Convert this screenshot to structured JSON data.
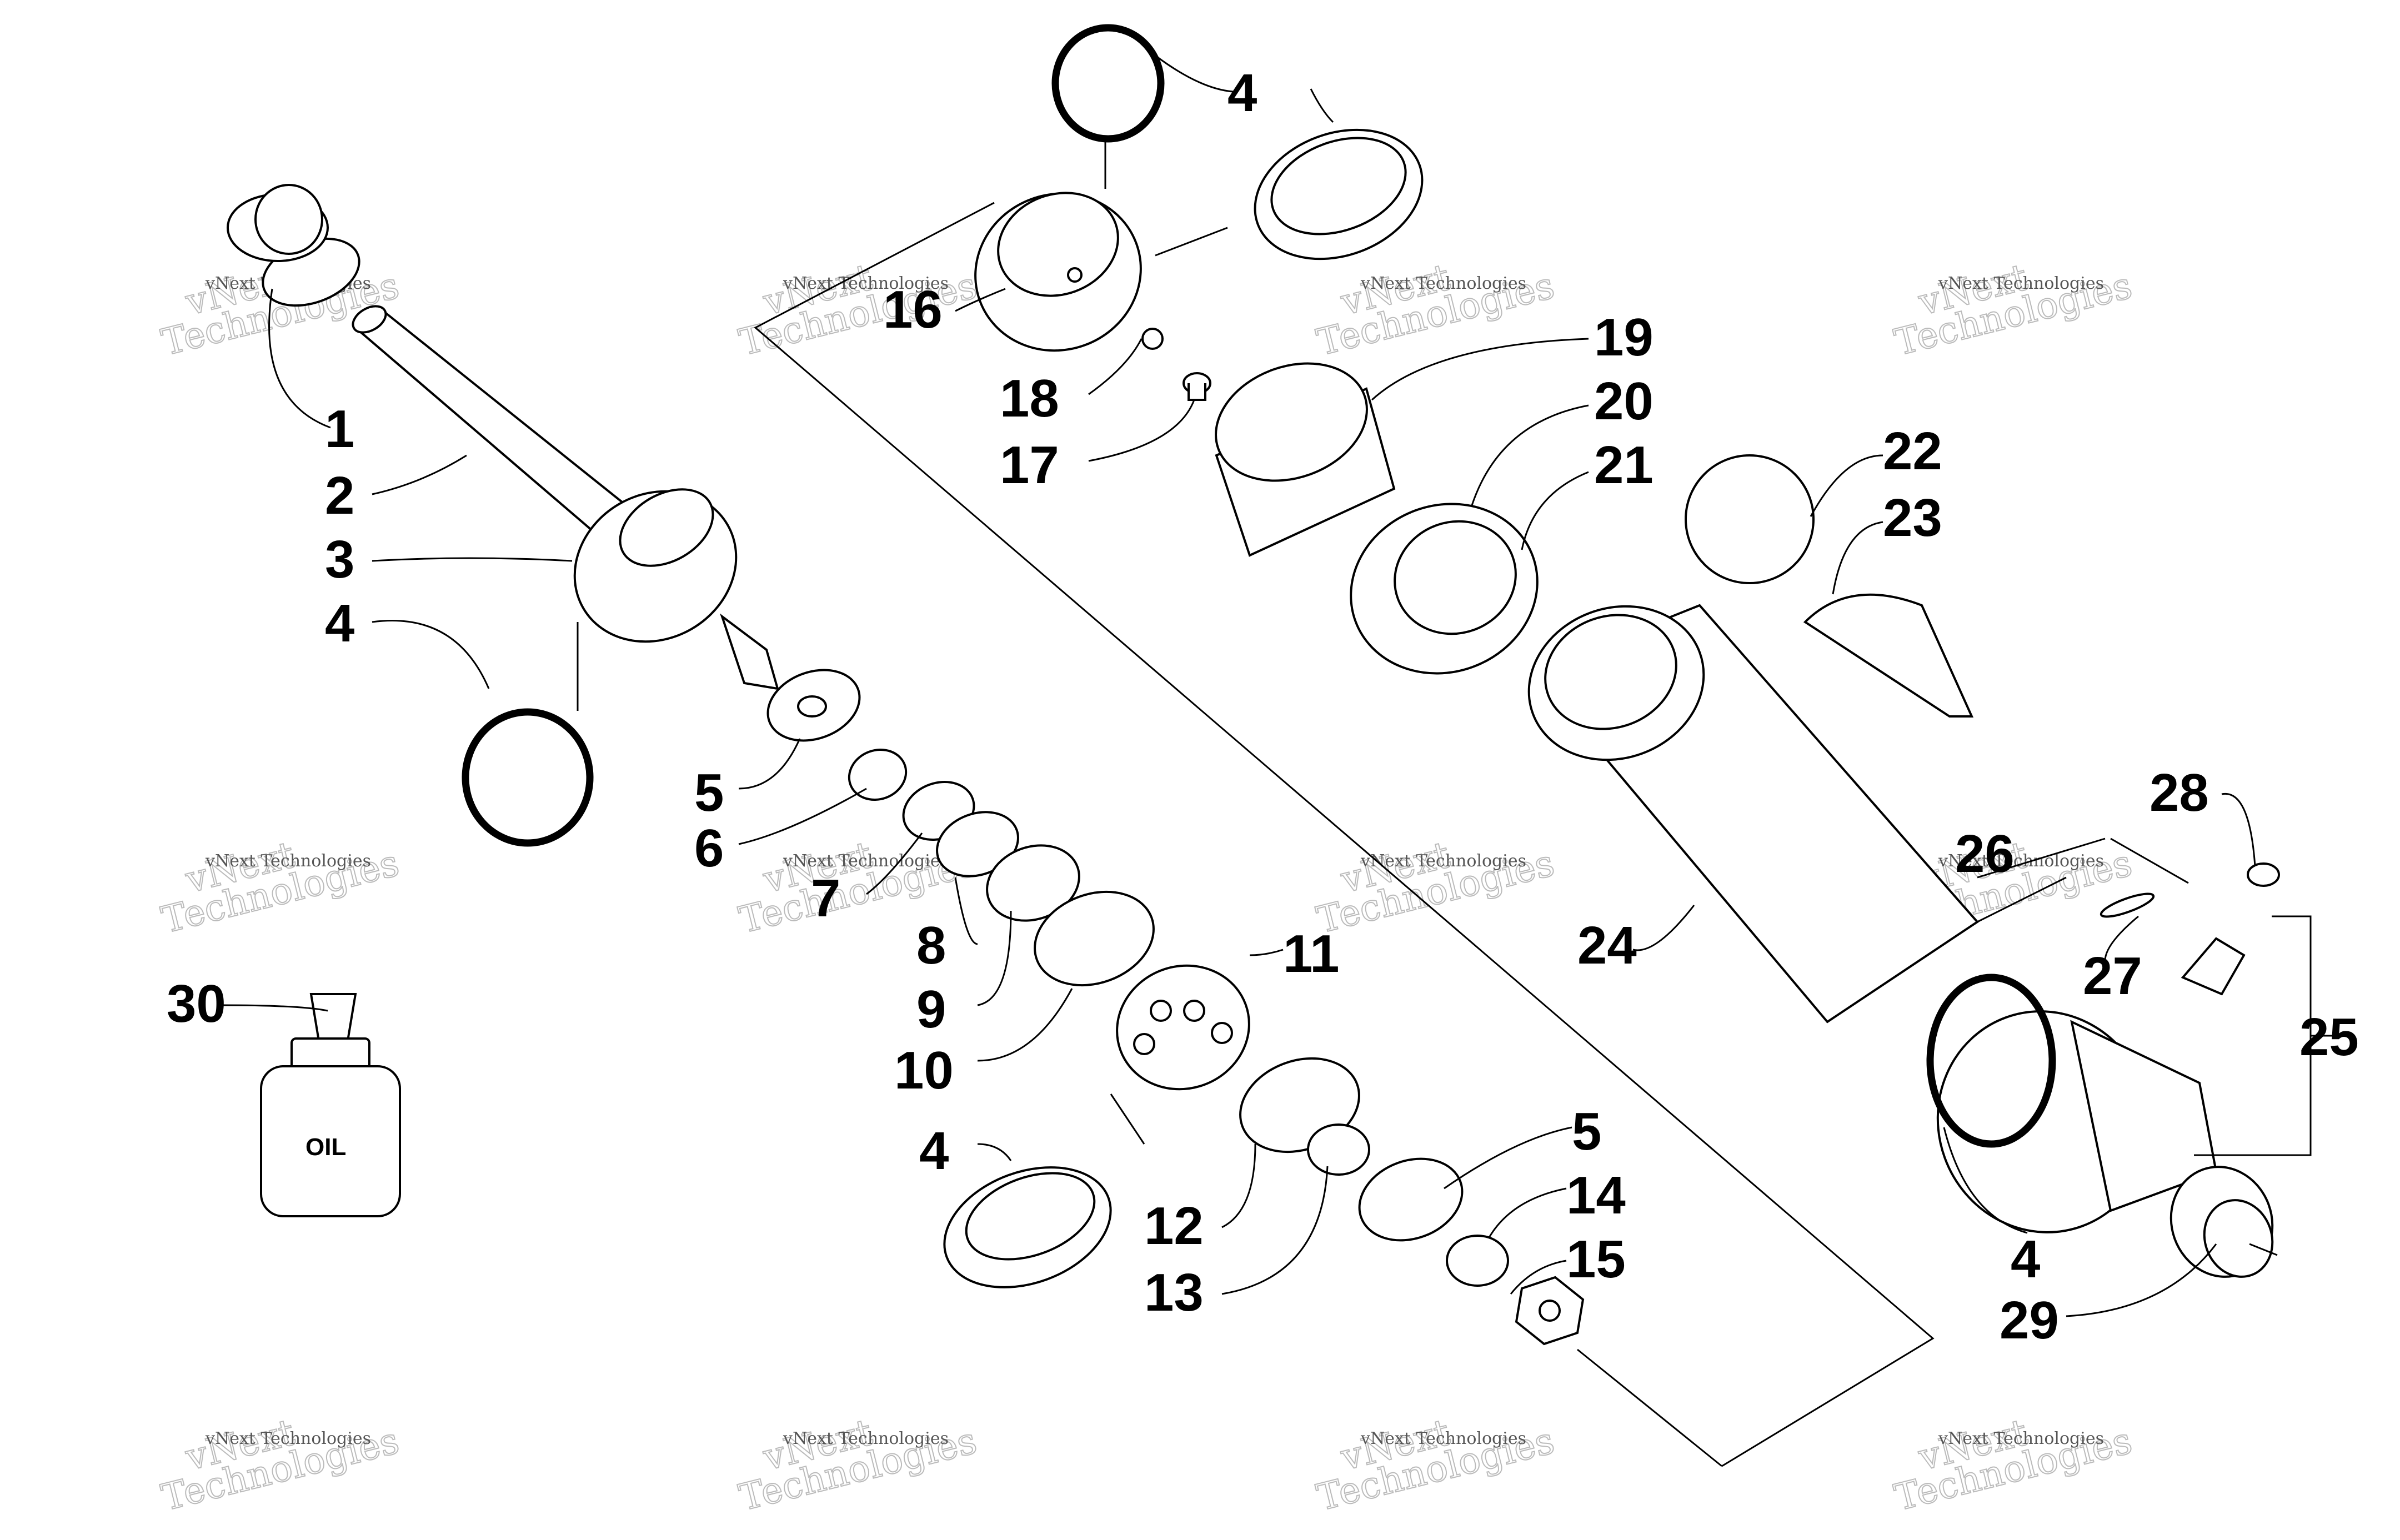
{
  "callouts": [
    {
      "id": "1",
      "label": "1"
    },
    {
      "id": "2",
      "label": "2"
    },
    {
      "id": "3",
      "label": "3"
    },
    {
      "id": "4a",
      "label": "4"
    },
    {
      "id": "4b",
      "label": "4"
    },
    {
      "id": "4c",
      "label": "4"
    },
    {
      "id": "4d",
      "label": "4"
    },
    {
      "id": "5a",
      "label": "5"
    },
    {
      "id": "5b",
      "label": "5"
    },
    {
      "id": "6",
      "label": "6"
    },
    {
      "id": "7",
      "label": "7"
    },
    {
      "id": "8",
      "label": "8"
    },
    {
      "id": "9",
      "label": "9"
    },
    {
      "id": "10",
      "label": "10"
    },
    {
      "id": "11",
      "label": "11"
    },
    {
      "id": "12",
      "label": "12"
    },
    {
      "id": "13",
      "label": "13"
    },
    {
      "id": "14",
      "label": "14"
    },
    {
      "id": "15",
      "label": "15"
    },
    {
      "id": "16",
      "label": "16"
    },
    {
      "id": "17",
      "label": "17"
    },
    {
      "id": "18",
      "label": "18"
    },
    {
      "id": "19",
      "label": "19"
    },
    {
      "id": "20",
      "label": "20"
    },
    {
      "id": "21",
      "label": "21"
    },
    {
      "id": "22",
      "label": "22"
    },
    {
      "id": "23",
      "label": "23"
    },
    {
      "id": "24",
      "label": "24"
    },
    {
      "id": "25",
      "label": "25"
    },
    {
      "id": "26",
      "label": "26"
    },
    {
      "id": "27",
      "label": "27"
    },
    {
      "id": "28",
      "label": "28"
    },
    {
      "id": "29",
      "label": "29"
    },
    {
      "id": "30",
      "label": "30"
    }
  ],
  "bottle_label": "OIL",
  "watermark": {
    "line1": "vNext Technologies",
    "line2a": "vNext",
    "line2b": "Technologies"
  }
}
